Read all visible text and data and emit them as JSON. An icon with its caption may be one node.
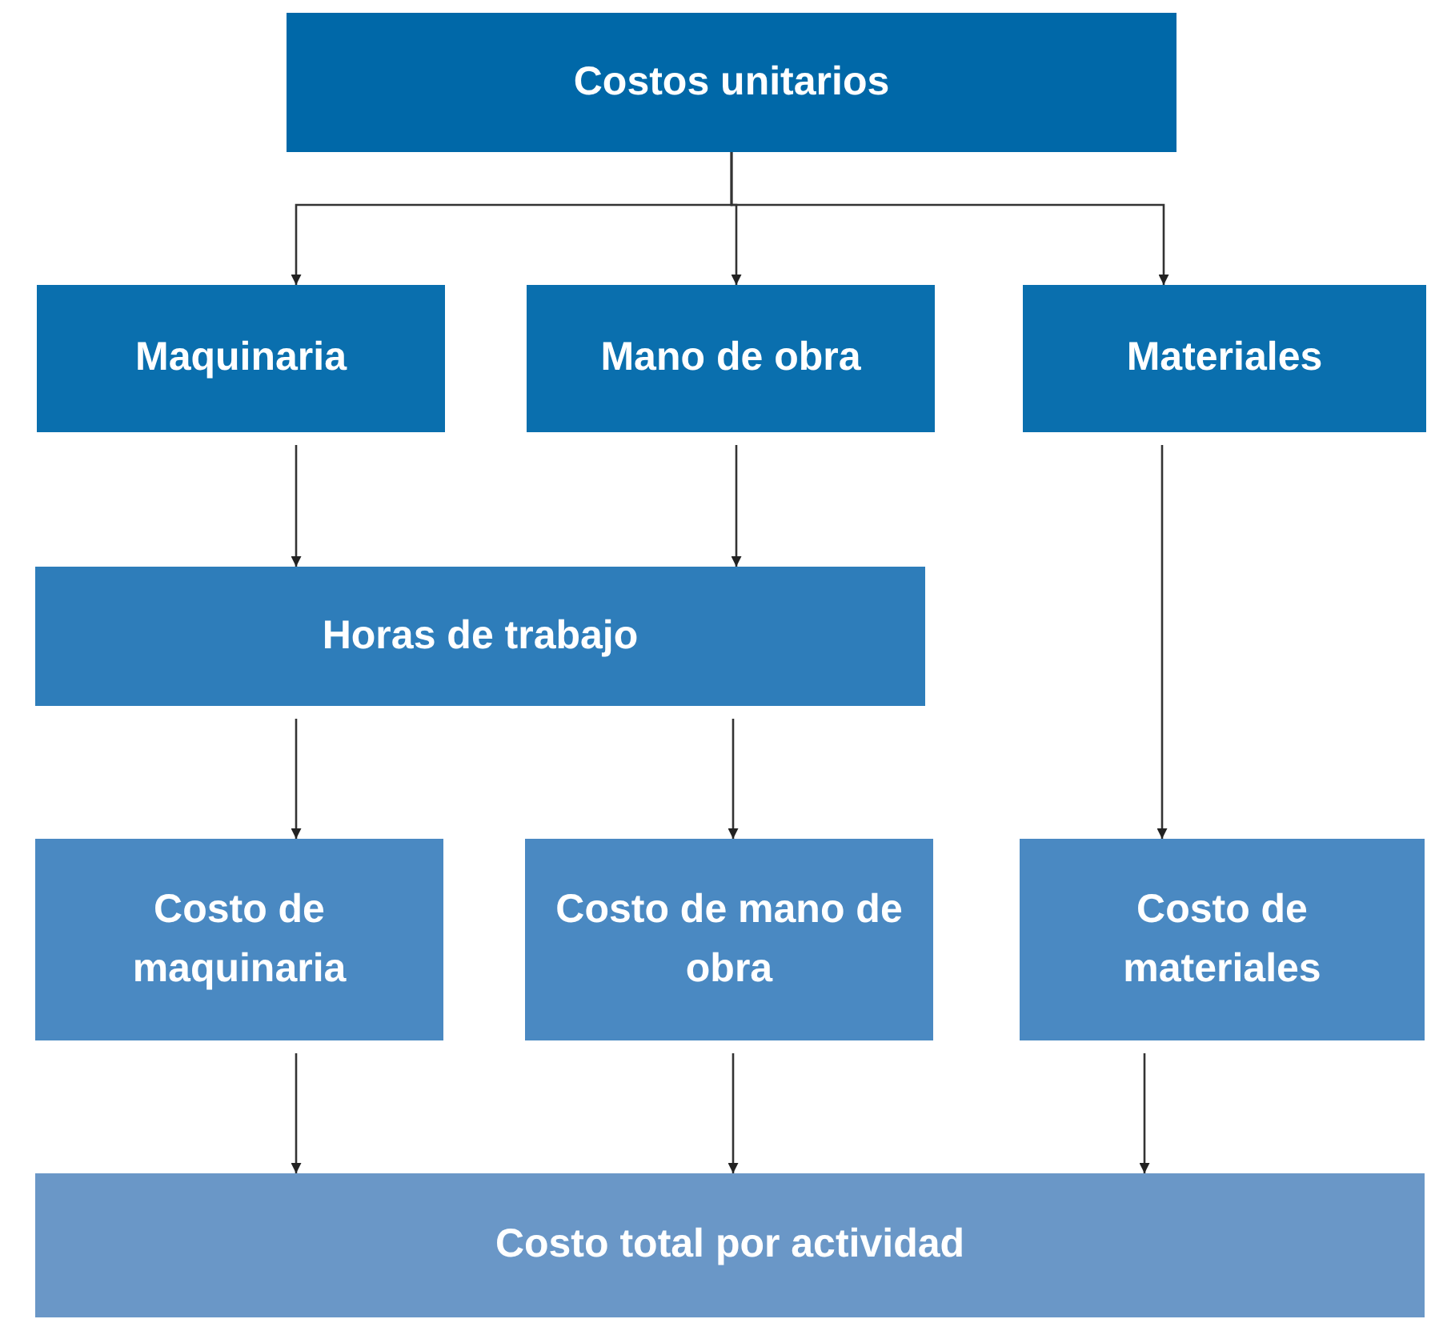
{
  "diagram": {
    "nodes": [
      {
        "text": [
          "Costos unitarios"
        ]
      },
      {
        "text": [
          "Maquinaria"
        ]
      },
      {
        "text": [
          "Mano de obra"
        ]
      },
      {
        "text": [
          "Materiales"
        ]
      },
      {
        "text": [
          "Horas de trabajo"
        ]
      },
      {
        "text": [
          "Costo de maquinaria"
        ]
      },
      {
        "text": [
          "Costo de mano de obra"
        ]
      },
      {
        "text": [
          "Costo de materiales"
        ]
      },
      {
        "text": [
          "Costo total por actividad"
        ]
      }
    ],
    "edges": [
      {
        "from": 0,
        "to": 1,
        "arrow": "to"
      },
      {
        "from": 0,
        "to": 2,
        "arrow": "to"
      },
      {
        "from": 0,
        "to": 3,
        "arrow": "to"
      },
      {
        "from": 1,
        "to": 4,
        "arrow": "to"
      },
      {
        "from": 2,
        "to": 4,
        "arrow": "to"
      },
      {
        "from": 4,
        "to": 5,
        "arrow": "to"
      },
      {
        "from": 4,
        "to": 6,
        "arrow": "to"
      },
      {
        "from": 3,
        "to": 7,
        "arrow": "to"
      },
      {
        "from": 5,
        "to": 8,
        "arrow": "to"
      },
      {
        "from": 6,
        "to": 8,
        "arrow": "to"
      },
      {
        "from": 7,
        "to": 8,
        "arrow": "to"
      }
    ]
  }
}
